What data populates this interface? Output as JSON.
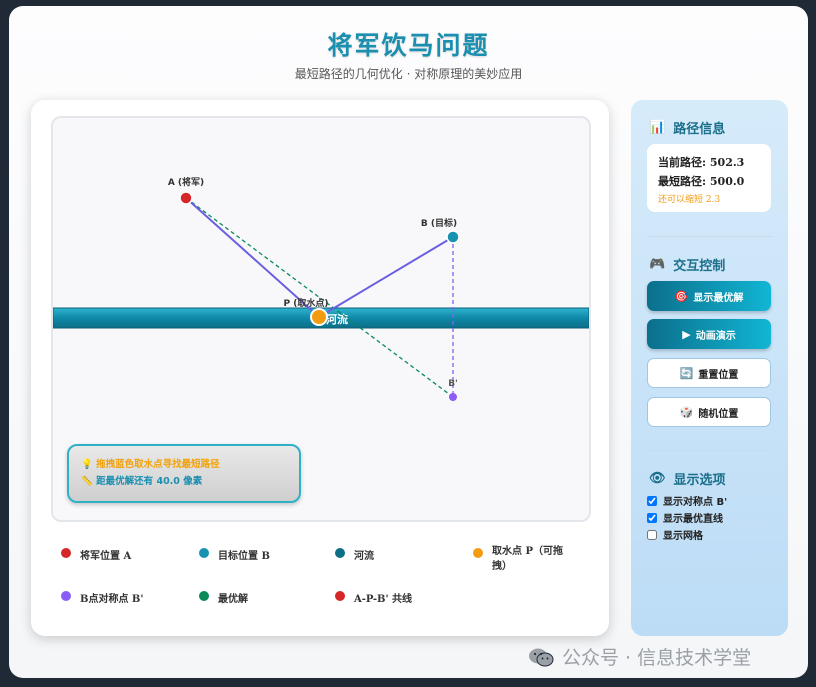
{
  "header": {
    "title": "将军饮马问题",
    "subtitle": "最短路径的几何优化  ·  对称原理的美妙应用"
  },
  "canvas": {
    "label_a": "A (将军)",
    "label_b": "B (目标)",
    "label_p": "P (取水点)",
    "label_b_prime": "B'",
    "river_label": "河流",
    "hint": {
      "line1": "拖拽蓝色取水点寻找最短路径",
      "line2": "距最优解还有 40.0 像素",
      "line1_icon": "bulb-icon",
      "line2_icon": "ruler-icon"
    }
  },
  "legend": {
    "items": [
      {
        "label": "将军位置 A",
        "color": "#d62728"
      },
      {
        "label": "目标位置 B",
        "color": "#1593b0"
      },
      {
        "label": "河流",
        "color": "#0d6f86"
      },
      {
        "label": "取水点 P（可拖拽）",
        "color": "#f39c12"
      },
      {
        "label": "B点对称点 B'",
        "color": "#8b5cf6"
      },
      {
        "label": "最优解",
        "color": "#0a8a5a"
      },
      {
        "label": "A-P-B' 共线",
        "color": "#d62728"
      }
    ]
  },
  "sidebar": {
    "path_info": {
      "title": "路径信息",
      "icon": "bar-chart-icon",
      "current": "当前路径: 502.3",
      "shortest": "最短路径: 500.0",
      "note": "还可以缩短 2.3"
    },
    "controls": {
      "title": "交互控制",
      "icon": "gamepad-icon",
      "buttons": [
        {
          "label": "显示最优解",
          "icon": "target-icon"
        },
        {
          "label": "动画演示",
          "icon": "play-icon"
        },
        {
          "label": "重置位置",
          "icon": "refresh-icon"
        },
        {
          "label": "随机位置",
          "icon": "dice-icon"
        }
      ]
    },
    "options": {
      "title": "显示选项",
      "icon": "eye-icon",
      "items": [
        {
          "label": "显示对称点 B'",
          "checked": true
        },
        {
          "label": "显示最优直线",
          "checked": true
        },
        {
          "label": "显示网格",
          "checked": false
        }
      ]
    }
  },
  "watermark": "公众号 · 信息技术学堂",
  "colors": {
    "accent": "#1a8fb0",
    "point_a": "#d62728",
    "point_b": "#1593b0",
    "point_p": "#f39c12",
    "point_b_prime": "#8b5cf6",
    "optimal_line": "#0a8a5a",
    "path_line": "#6a5fe0"
  }
}
